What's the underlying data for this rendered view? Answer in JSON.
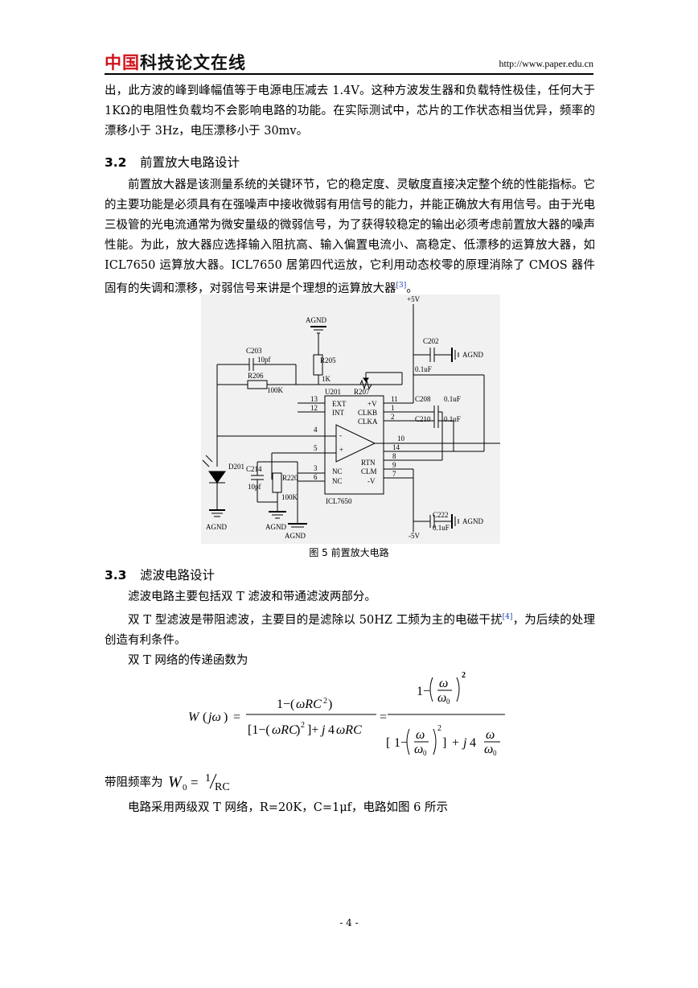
{
  "header": {
    "logo_red": "中国",
    "logo_black": "科技论文在线",
    "url": "http://www.paper.edu.cn"
  },
  "intro_paragraph": "出，此方波的峰到峰幅值等于电源电压减去 1.4V。这种方波发生器和负载特性极佳，任何大于 1KΩ的电阻性负载均不会影响电路的功能。在实际测试中，芯片的工作状态相当优异，频率的漂移小于 3Hz，电压漂移小于 30mv。",
  "section_32": {
    "number": "3.2",
    "title": "前置放大电路设计",
    "paragraph": "前置放大器是该测量系统的关键环节，它的稳定度、灵敏度直接决定整个统的性能指标。它的主要功能是必须具有在强噪声中接收微弱有用信号的能力，并能正确放大有用信号。由于光电三极管的光电流通常为微安量级的微弱信号，为了获得较稳定的输出必须考虑前置放大器的噪声性能。为此，放大器应选择输入阻抗高、输入偏置电流小、高稳定、低漂移的运算放大器，如 ICL7650 运算放大器。ICL7650 居第四代运放，它利用动态校零的原理消除了 CMOS 器件固有的失调和漂移，对弱信号来讲是个理想的运算放大器",
    "ref": "[3]",
    "tail": "。"
  },
  "figure5": {
    "caption": "图 5  前置放大电路",
    "labels": {
      "vplus": "+5V",
      "vminus": "-5V",
      "agnd": "AGND",
      "c202": "C202",
      "c202v": "0.1uF",
      "c203": "C203",
      "c203v": "10pf",
      "r205": "R205",
      "r205v": "1K",
      "r206": "R206",
      "r206v": "100K",
      "r207": "R207",
      "u201": "U201",
      "c208": "C208",
      "c208v": "0.1uF",
      "c210": "C210",
      "c210v": "0.1uF",
      "d201": "D201",
      "c214": "C214",
      "c214v": "10pf",
      "r220": "R220",
      "r220v": "100K",
      "c222": "C222",
      "c222v": "0.1uF",
      "ext": "EXT",
      "int": "INT",
      "clkb": "CLKB",
      "clka": "CLKA",
      "vp": "+V",
      "rtn": "RTN",
      "clm": "CLM",
      "vm": "-V",
      "nc": "NC",
      "chip": "ICL7650",
      "p13": "13",
      "p12": "12",
      "p4": "4",
      "p5": "5",
      "p3": "3",
      "p6": "6",
      "p11": "11",
      "p1": "1",
      "p2": "2",
      "p10": "10",
      "p14": "14",
      "p8": "8",
      "p9": "9",
      "p7": "7",
      "minus": "-",
      "plus": "+"
    }
  },
  "section_33": {
    "number": "3.3",
    "title": "滤波电路设计",
    "p1": "滤波电路主要包括双 T 滤波和带通滤波两部分。",
    "p2a": "双 T 型滤波是带阻滤波，主要目的是滤除以 50HZ 工频为主的电磁干扰",
    "p2ref": "[4]",
    "p2b": "，为后续的处理创造有利条件。",
    "p3": "双 T 网络的传递函数为",
    "p4": "带阻频率为",
    "p5": "电路采用两级双 T 网络，R=20K，C=1μf，电路如图 6 所示"
  },
  "page_number": "- 4 -"
}
